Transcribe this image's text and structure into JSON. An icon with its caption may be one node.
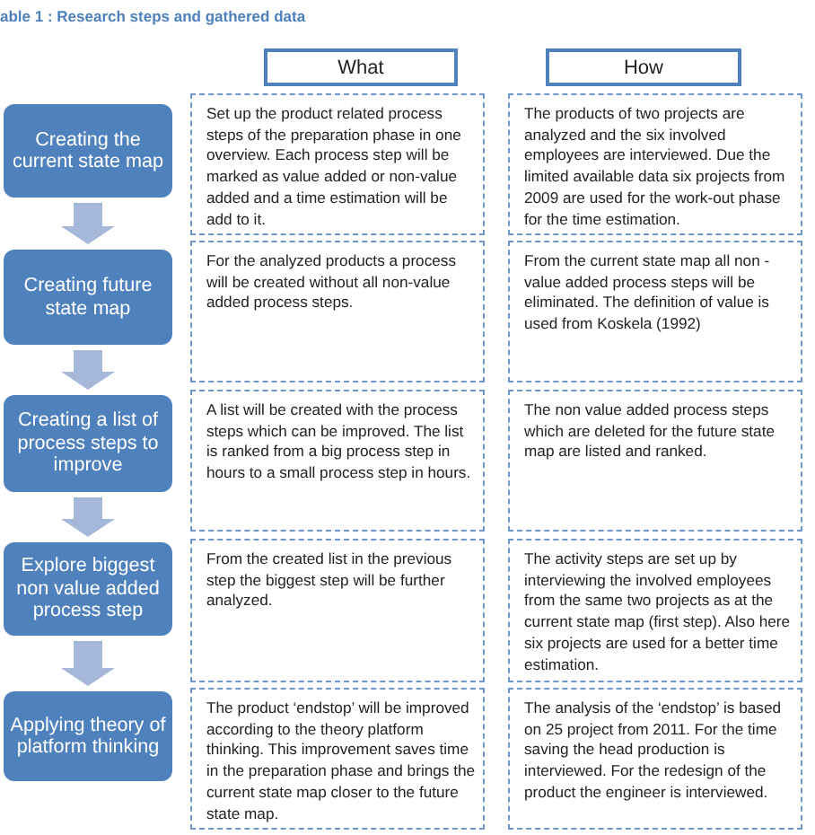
{
  "diagram": {
    "title": "able 1 : Research steps and gathered data",
    "nodes": [
      {
        "text": [
          "What"
        ]
      },
      {
        "text": [
          "How"
        ]
      },
      {
        "text": [
          "Creating the current state map"
        ]
      },
      {
        "text": [
          "Set up the product related process steps of the preparation phase in one overview. Each process step will be marked as value added or non-value added and a time estimation will be add to it."
        ]
      },
      {
        "text": [
          "The products of two projects are analyzed and the six involved employees are interviewed. Due the limited available data six projects from 2009 are used for the work-out phase for the time estimation."
        ]
      },
      {
        "text": [
          "Creating future state map"
        ]
      },
      {
        "text": [
          "For the analyzed products a process will be created without all non-value added process steps."
        ]
      },
      {
        "text": [
          "From the current state map all non - value added process steps will be eliminated. The definition of value is used from Koskela (1992)"
        ]
      },
      {
        "text": [
          "Creating a list of process steps to improve"
        ]
      },
      {
        "text": [
          "A list will be created with the process steps which can be improved. The list is ranked from a big process step in hours to a small process step in hours."
        ]
      },
      {
        "text": [
          "The non value added process steps which are deleted for the future state map are listed and ranked."
        ]
      },
      {
        "text": [
          "Explore biggest non value added process step"
        ]
      },
      {
        "text": [
          "From the created list in the previous step the biggest step will be further analyzed."
        ]
      },
      {
        "text": [
          "The activity steps are set up by interviewing the involved employees from the same two projects as at the current state map (first step). Also here six projects are used for a better time estimation."
        ]
      },
      {
        "text": [
          "Applying theory of platform thinking"
        ]
      },
      {
        "text": [
          "The product ‘endstop’ will be improved according to the theory platform thinking. This improvement saves time in the preparation phase and brings the current state map closer to the future state map."
        ]
      },
      {
        "text": [
          "The analysis of the ‘endstop’ is based on 25 project from 2011. For the time saving the head production is interviewed. For the redesign of the product the engineer is interviewed."
        ]
      }
    ],
    "edges": [
      {
        "from": 2,
        "to": 5,
        "arrow": "to"
      },
      {
        "from": 5,
        "to": 8,
        "arrow": "to"
      },
      {
        "from": 8,
        "to": 11,
        "arrow": "to"
      },
      {
        "from": 11,
        "to": 14,
        "arrow": "to"
      }
    ]
  }
}
